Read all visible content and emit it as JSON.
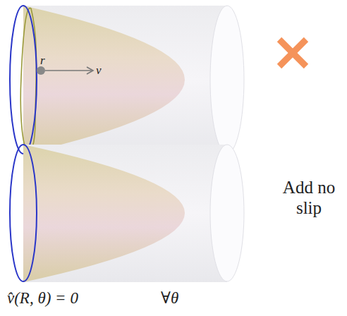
{
  "diagram": {
    "labels": [
      "r",
      "v",
      "Add no slip",
      "v̂(R, θ) = 0",
      "∀θ"
    ]
  }
}
